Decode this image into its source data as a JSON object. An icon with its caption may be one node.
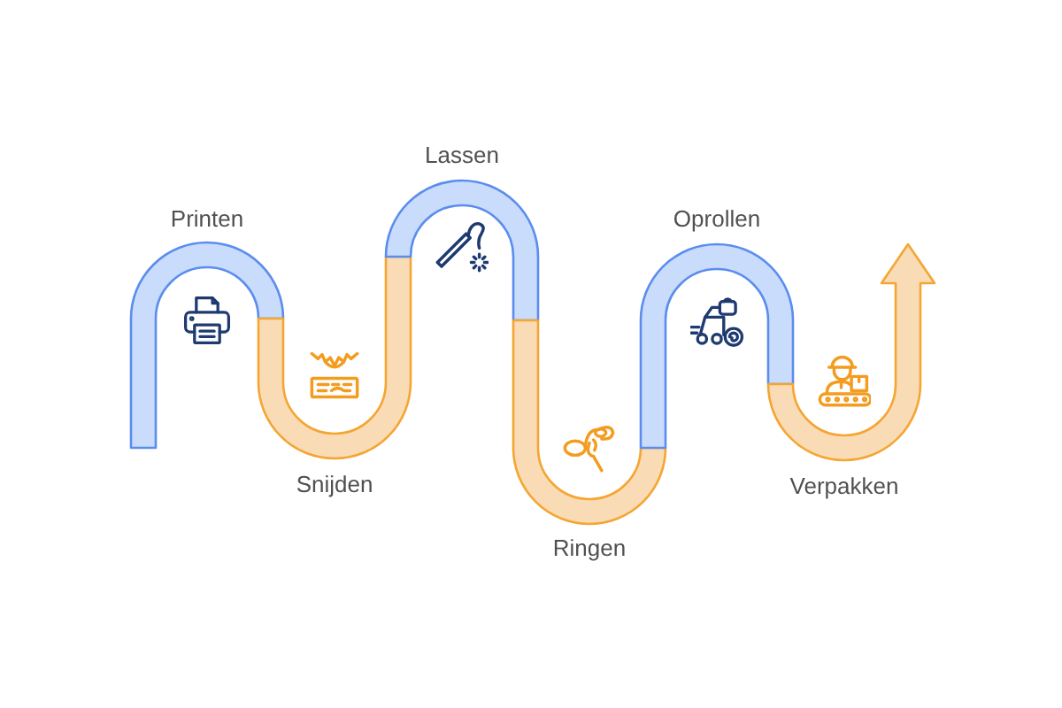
{
  "diagram": {
    "nodes": [
      {
        "text": [
          "Printen"
        ]
      },
      {
        "text": [
          "Snijden"
        ]
      },
      {
        "text": [
          "Lassen"
        ]
      },
      {
        "text": [
          "Ringen"
        ]
      },
      {
        "text": [
          "Oprollen"
        ]
      },
      {
        "text": [
          "Verpakken"
        ]
      }
    ]
  }
}
